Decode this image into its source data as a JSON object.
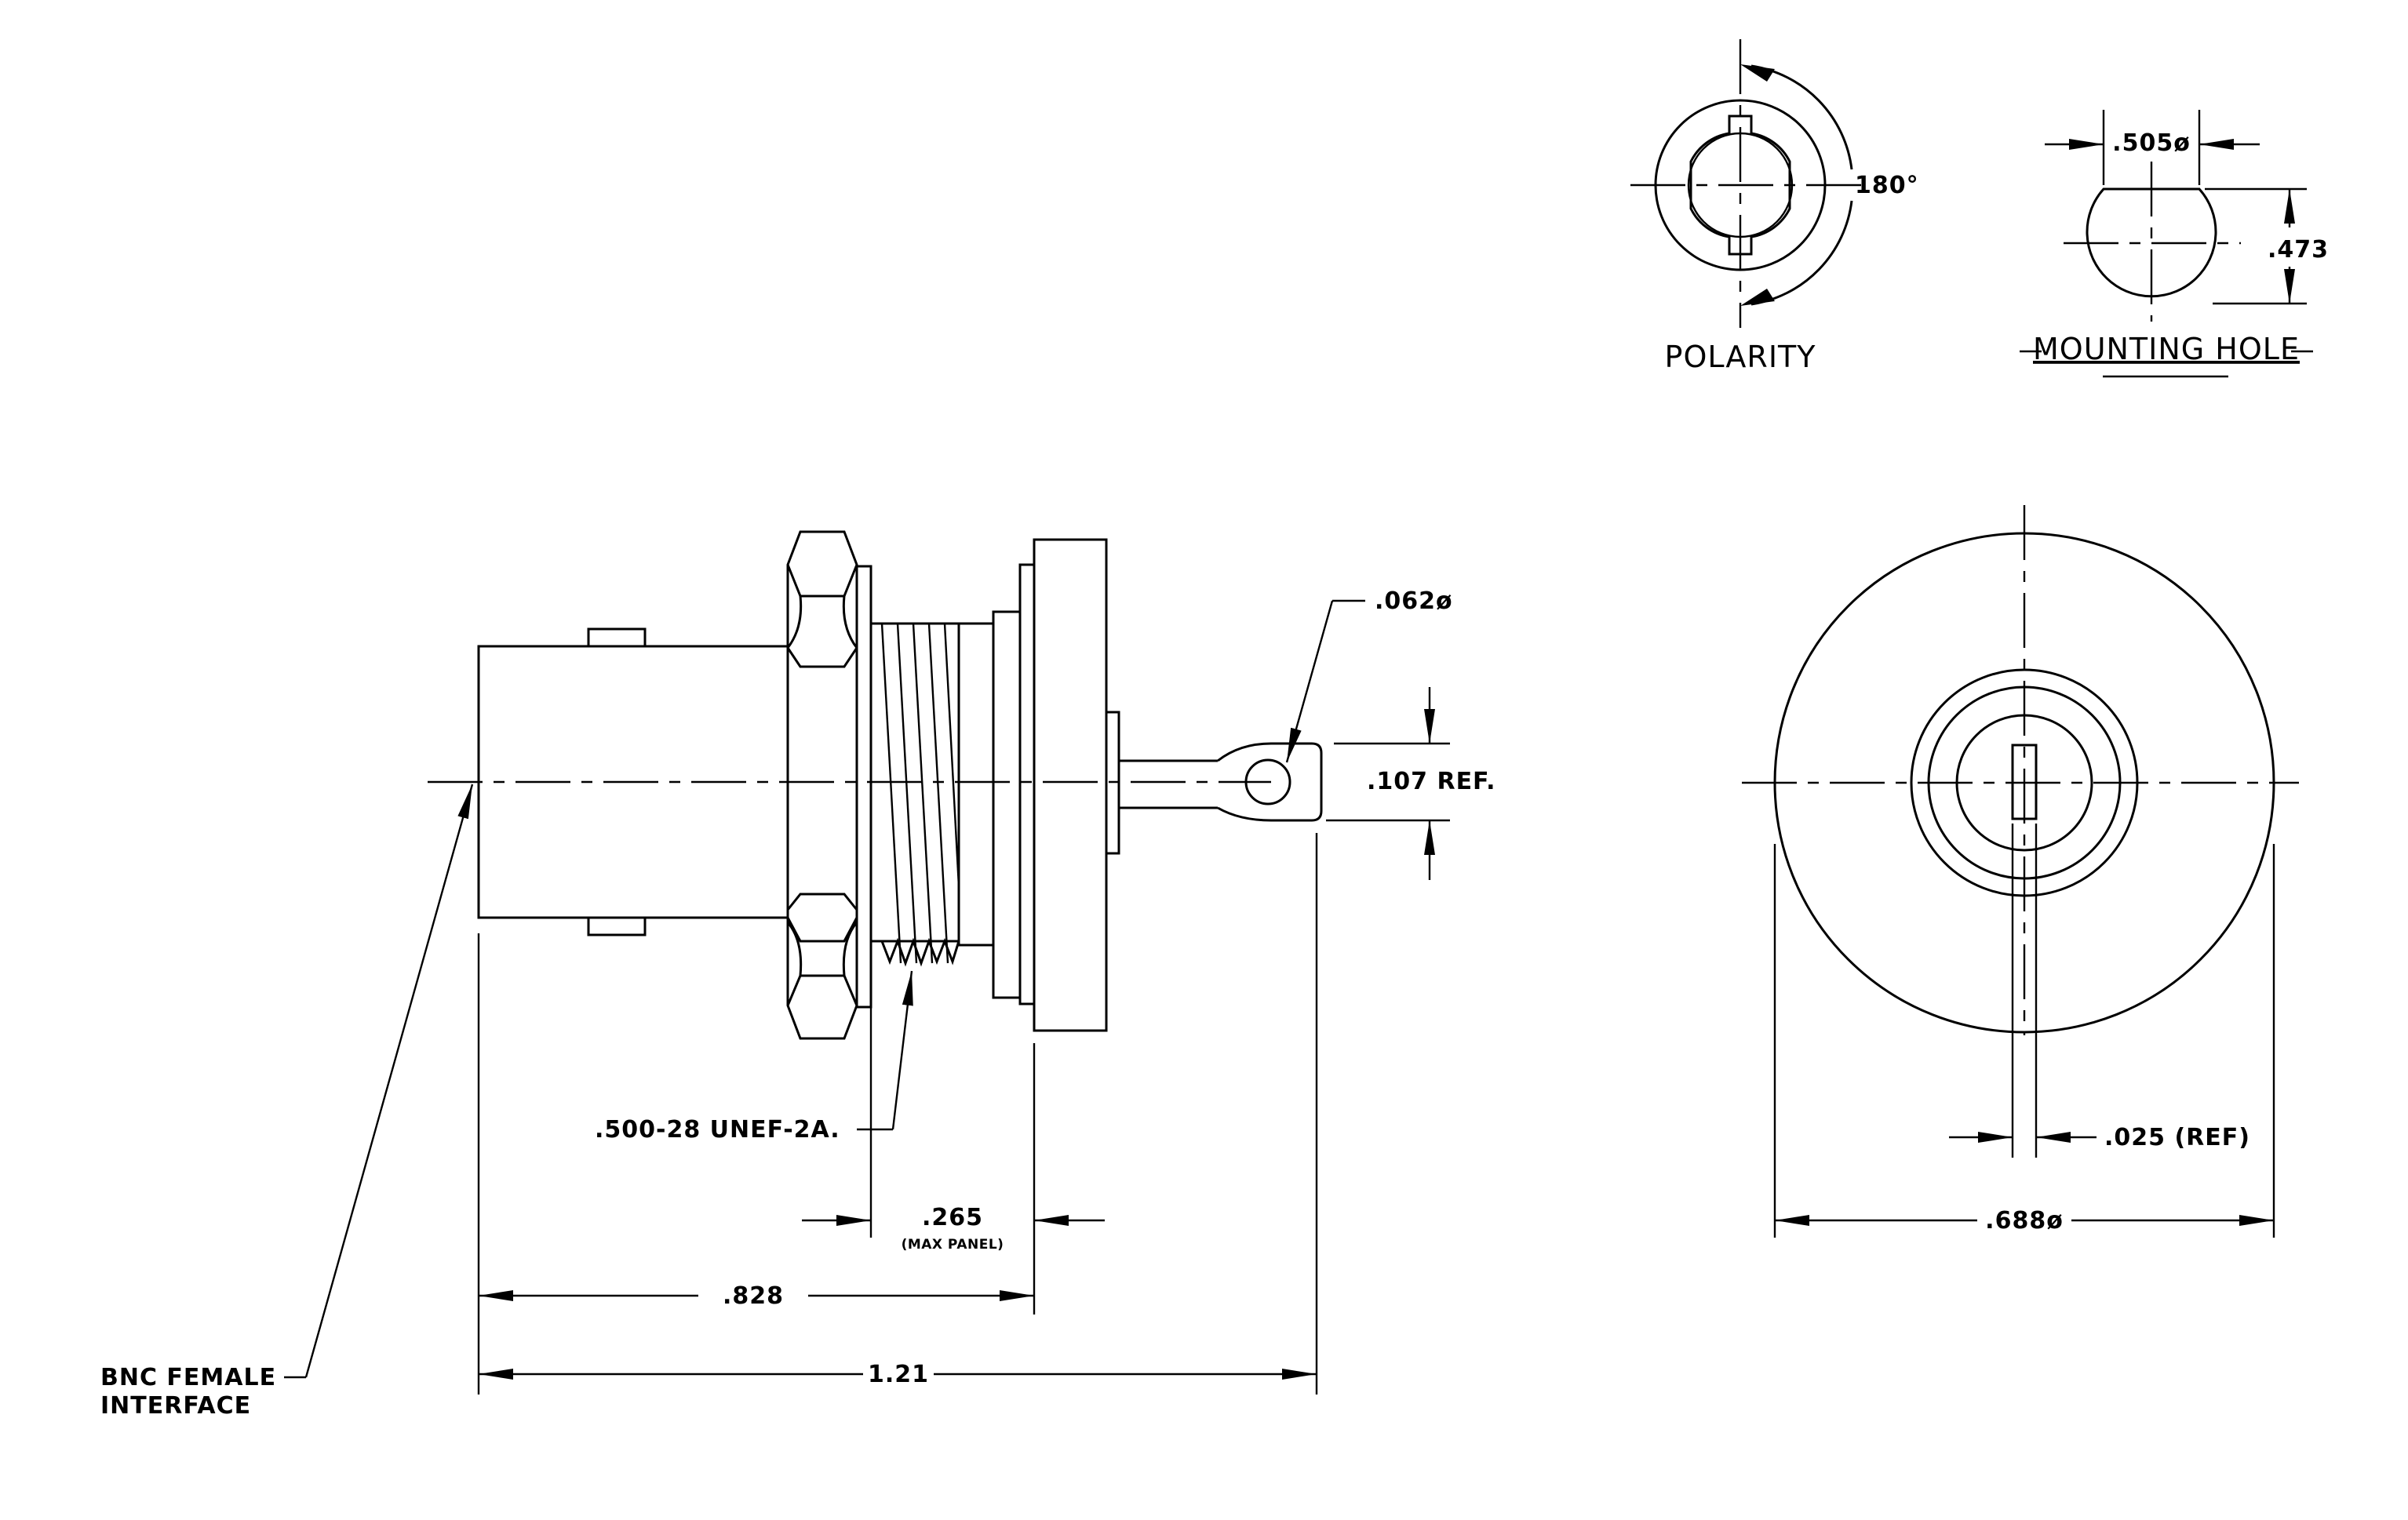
{
  "views": {
    "polarity": {
      "title": "POLARITY",
      "angle_label": "180°"
    },
    "mounting_hole": {
      "title": "MOUNTING HOLE",
      "width_label": ".505ø",
      "height_label": ".473"
    },
    "side": {
      "pin_hole_label": ".062ø",
      "pin_ref_label": ".107 REF.",
      "thread_label": ".500-28 UNEF-2A.",
      "panel_label": ".265",
      "panel_note": "(MAX PANEL)",
      "length_a_label": ".828",
      "length_b_label": "1.21",
      "interface_line1": "BNC FEMALE",
      "interface_line2": "INTERFACE"
    },
    "front": {
      "pin_label": ".025 (REF)",
      "diameter_label": ".688ø"
    }
  }
}
